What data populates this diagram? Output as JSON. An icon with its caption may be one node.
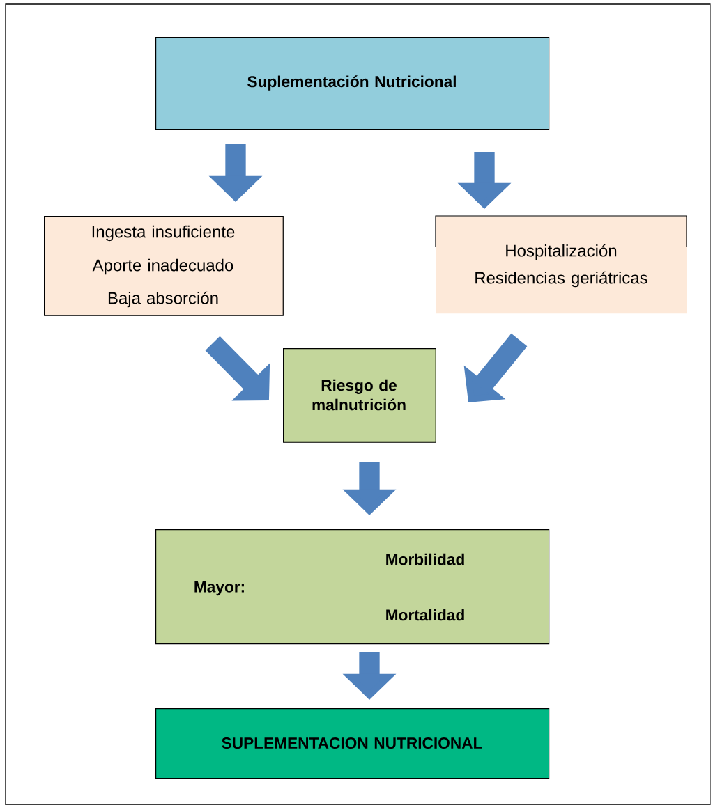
{
  "diagram": {
    "nodes": [
      {
        "text": [
          "Suplementación Nutricional"
        ]
      },
      {
        "text": [
          "Ingesta insuficiente",
          "Aporte inadecuado",
          "Baja absorción"
        ]
      },
      {
        "text": [
          "Hospitalización",
          "Residencias geriátricas"
        ]
      },
      {
        "text": [
          "Riesgo de malnutrición"
        ]
      },
      {
        "text": [
          "Mayor:",
          "Morbilidad",
          "Mortalidad"
        ]
      },
      {
        "text": [
          "SUPLEMENTACION NUTRICIONAL"
        ]
      }
    ],
    "edges": [
      {
        "from": 0,
        "to": 1,
        "arrow": "to"
      },
      {
        "from": 0,
        "to": 2,
        "arrow": "to"
      },
      {
        "from": 1,
        "to": 3,
        "arrow": "to"
      },
      {
        "from": 2,
        "to": 3,
        "arrow": "to"
      },
      {
        "from": 3,
        "to": 4,
        "arrow": "to"
      },
      {
        "from": 4,
        "to": 5,
        "arrow": "to"
      }
    ]
  }
}
